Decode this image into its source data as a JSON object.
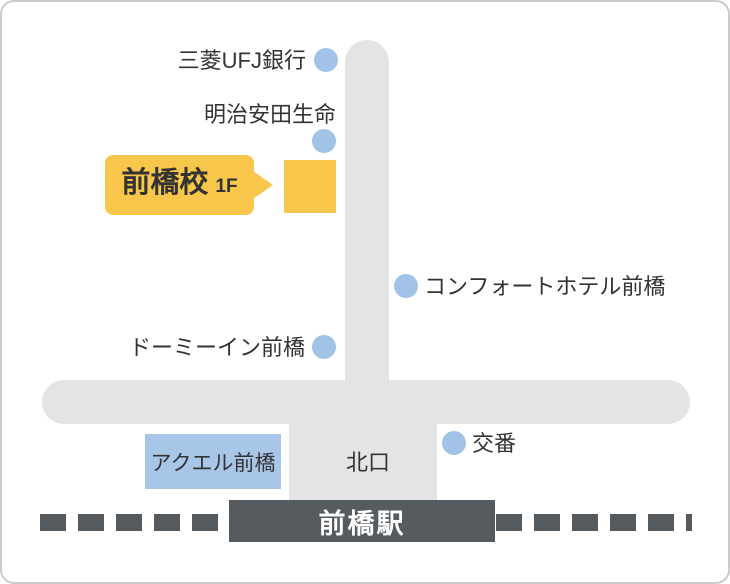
{
  "landmarks": {
    "bank": {
      "label": "三菱UFJ銀行",
      "marker": "blue-dot"
    },
    "insurance": {
      "label": "明治安田生命",
      "marker": "blue-dot"
    },
    "hotel_comfort": {
      "label": "コンフォートホテル前橋",
      "marker": "blue-dot"
    },
    "hotel_dormy": {
      "label": "ドーミーイン前橋",
      "marker": "blue-dot"
    },
    "police_box": {
      "label": "交番",
      "marker": "blue-dot"
    }
  },
  "school_callout": {
    "name": "前橋校",
    "floor": "1F"
  },
  "buildings": {
    "aqerl": {
      "label": "アクエル前橋"
    }
  },
  "station": {
    "name": "前橋駅",
    "exit": "北口"
  },
  "colors": {
    "highlight_yellow": "#f8c64b",
    "marker_blue": "#a2c3e8",
    "building_blue": "#a8c6e8",
    "road_gray": "#e4e4e6",
    "station_gray": "#565b60",
    "rail_dash_gray": "#555a5e",
    "text": "#333333",
    "station_text": "#ffffff"
  }
}
